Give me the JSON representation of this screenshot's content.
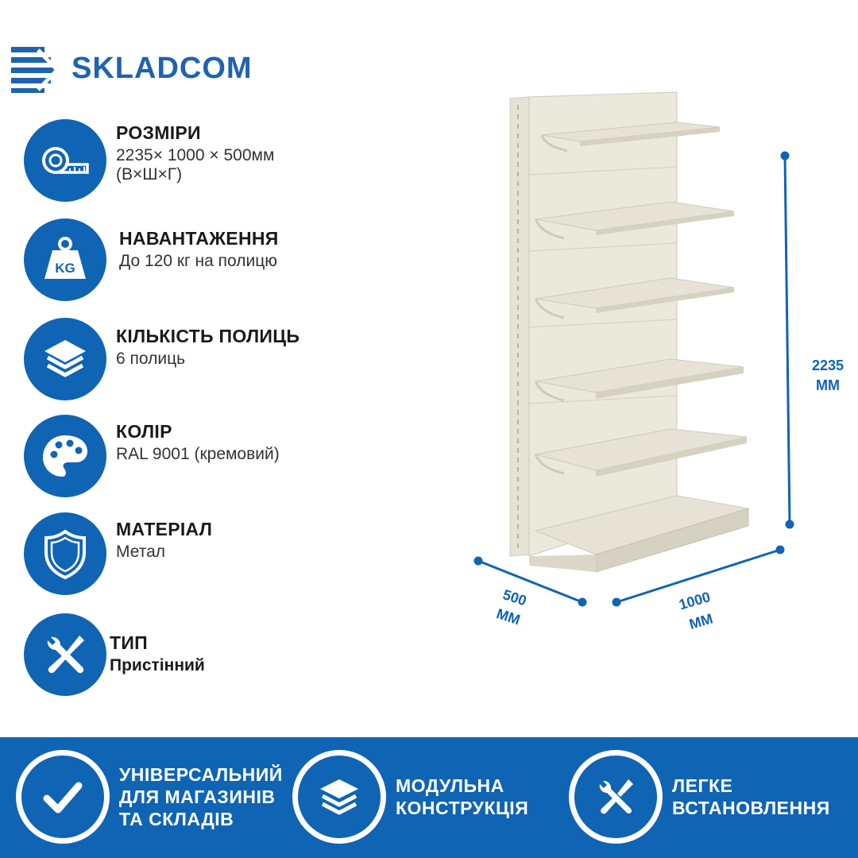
{
  "brand": {
    "name": "SKLADCOM",
    "color": "#1e63b0"
  },
  "specs": [
    {
      "icon": "measuring-tape-icon",
      "title": "РОЗМІРИ",
      "desc": "2235× 1000 × 500мм\n(В×Ш×Г)"
    },
    {
      "icon": "weight-kg-icon",
      "title": "НАВАНТАЖЕННЯ",
      "desc": "До 120 кг на полицю"
    },
    {
      "icon": "layers-icon",
      "title": "КІЛЬКІСТЬ ПОЛИЦЬ",
      "desc": "6 полиць"
    },
    {
      "icon": "palette-icon",
      "title": "КОЛІР",
      "desc": "RAL 9001 (кремовий)"
    },
    {
      "icon": "shield-icon",
      "title": "МАТЕРІАЛ",
      "desc": "Метал"
    },
    {
      "icon": "tools-icon",
      "title": "ТИП",
      "desc": "Пристінний"
    }
  ],
  "dimensions": {
    "height": {
      "value": "2235",
      "unit": "ММ"
    },
    "width": {
      "value": "1000",
      "unit": "ММ"
    },
    "depth": {
      "value": "500",
      "unit": "ММ"
    }
  },
  "features": [
    {
      "icon": "check-icon",
      "lines": [
        "УНІВЕРСАЛЬНИЙ",
        "ДЛЯ МАГАЗИНІВ",
        "ТА СКЛАДІВ"
      ]
    },
    {
      "icon": "layers-icon",
      "lines": [
        "МОДУЛЬНА",
        "КОНСТРУКЦІЯ"
      ]
    },
    {
      "icon": "tools-icon",
      "lines": [
        "ЛЕГКЕ",
        "ВСТАНОВЛЕННЯ"
      ]
    }
  ],
  "colors": {
    "accent": "#0f64b4",
    "shelf": "#e6e3d6",
    "shelf_shadow": "#cfcbbb"
  }
}
